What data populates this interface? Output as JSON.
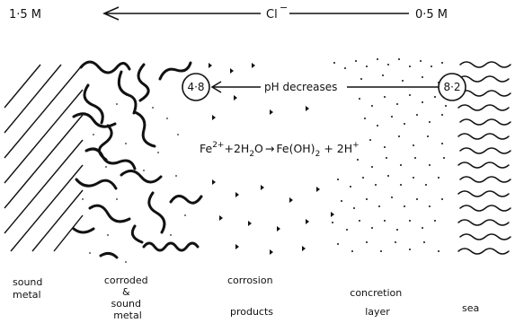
{
  "chloride_gradient": {
    "left_value": "1·5 M",
    "ion": "Cl",
    "ion_charge": "−",
    "right_value": "0·5 M"
  },
  "ph_gradient": {
    "left_value": "4·8",
    "text": "pH decreases",
    "right_value": "8·2"
  },
  "reaction": {
    "fe": "Fe",
    "fe_charge": "2+",
    "water": "+2H",
    "water_sub": "2",
    "water_o": "O",
    "arrow": "→",
    "product": "Fe(OH)",
    "product_sub": "2",
    "plus_h": "+ 2H",
    "h_charge": "+"
  },
  "zones": {
    "sound_metal": [
      "sound",
      "metal"
    ],
    "corroded": [
      "corroded",
      "&",
      "sound",
      "metal"
    ],
    "corrosion_products": [
      "corrosion",
      "products"
    ],
    "concretion_layer": [
      "concretion",
      "layer"
    ],
    "sea": "sea"
  }
}
